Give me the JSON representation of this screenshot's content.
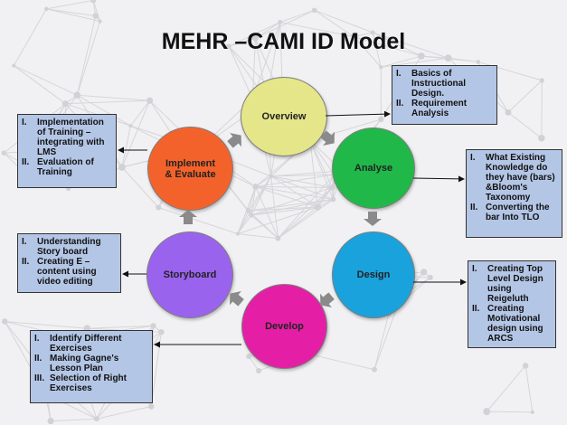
{
  "title": "MEHR –CAMI ID Model",
  "colors": {
    "overview": "#e5e68a",
    "analyse": "#21b84a",
    "design": "#1aa2dd",
    "develop": "#e41fa6",
    "storyboard": "#9a63ee",
    "implement": "#f4622b",
    "box_fill": "#b4c6e6",
    "arrow_gray": "#8a8a8a"
  },
  "stages": {
    "overview": "Overview",
    "analyse": "Analyse",
    "design": "Design",
    "develop": "Develop",
    "storyboard": "Storyboard",
    "implement_line1": "Implement",
    "implement_line2": "& Evaluate"
  },
  "boxes": {
    "overview": [
      {
        "num": "I.",
        "text": "Basics of Instructional Design."
      },
      {
        "num": "II.",
        "text": "Requirement Analysis"
      }
    ],
    "analyse": [
      {
        "num": "I.",
        "text": "What Existing Knowledge do they have (bars) &Bloom's Taxonomy"
      },
      {
        "num": "II.",
        "text": "Converting the bar Into TLO"
      }
    ],
    "design": [
      {
        "num": "I.",
        "text": "Creating Top Level Design using Reigeluth"
      },
      {
        "num": "II.",
        "text": "Creating Motivational design using ARCS"
      }
    ],
    "develop": [
      {
        "num": "I.",
        "text": "Identify Different Exercises"
      },
      {
        "num": "II.",
        "text": "Making Gagne's Lesson Plan"
      },
      {
        "num": "III.",
        "text": "Selection of Right Exercises"
      }
    ],
    "storyboard": [
      {
        "num": "I.",
        "text": "Understanding Story board"
      },
      {
        "num": "II.",
        "text": "Creating E – content using video editing"
      }
    ],
    "implement": [
      {
        "num": "I.",
        "text": "Implementation of Training – integrating with LMS"
      },
      {
        "num": "II.",
        "text": "Evaluation of Training"
      }
    ]
  }
}
